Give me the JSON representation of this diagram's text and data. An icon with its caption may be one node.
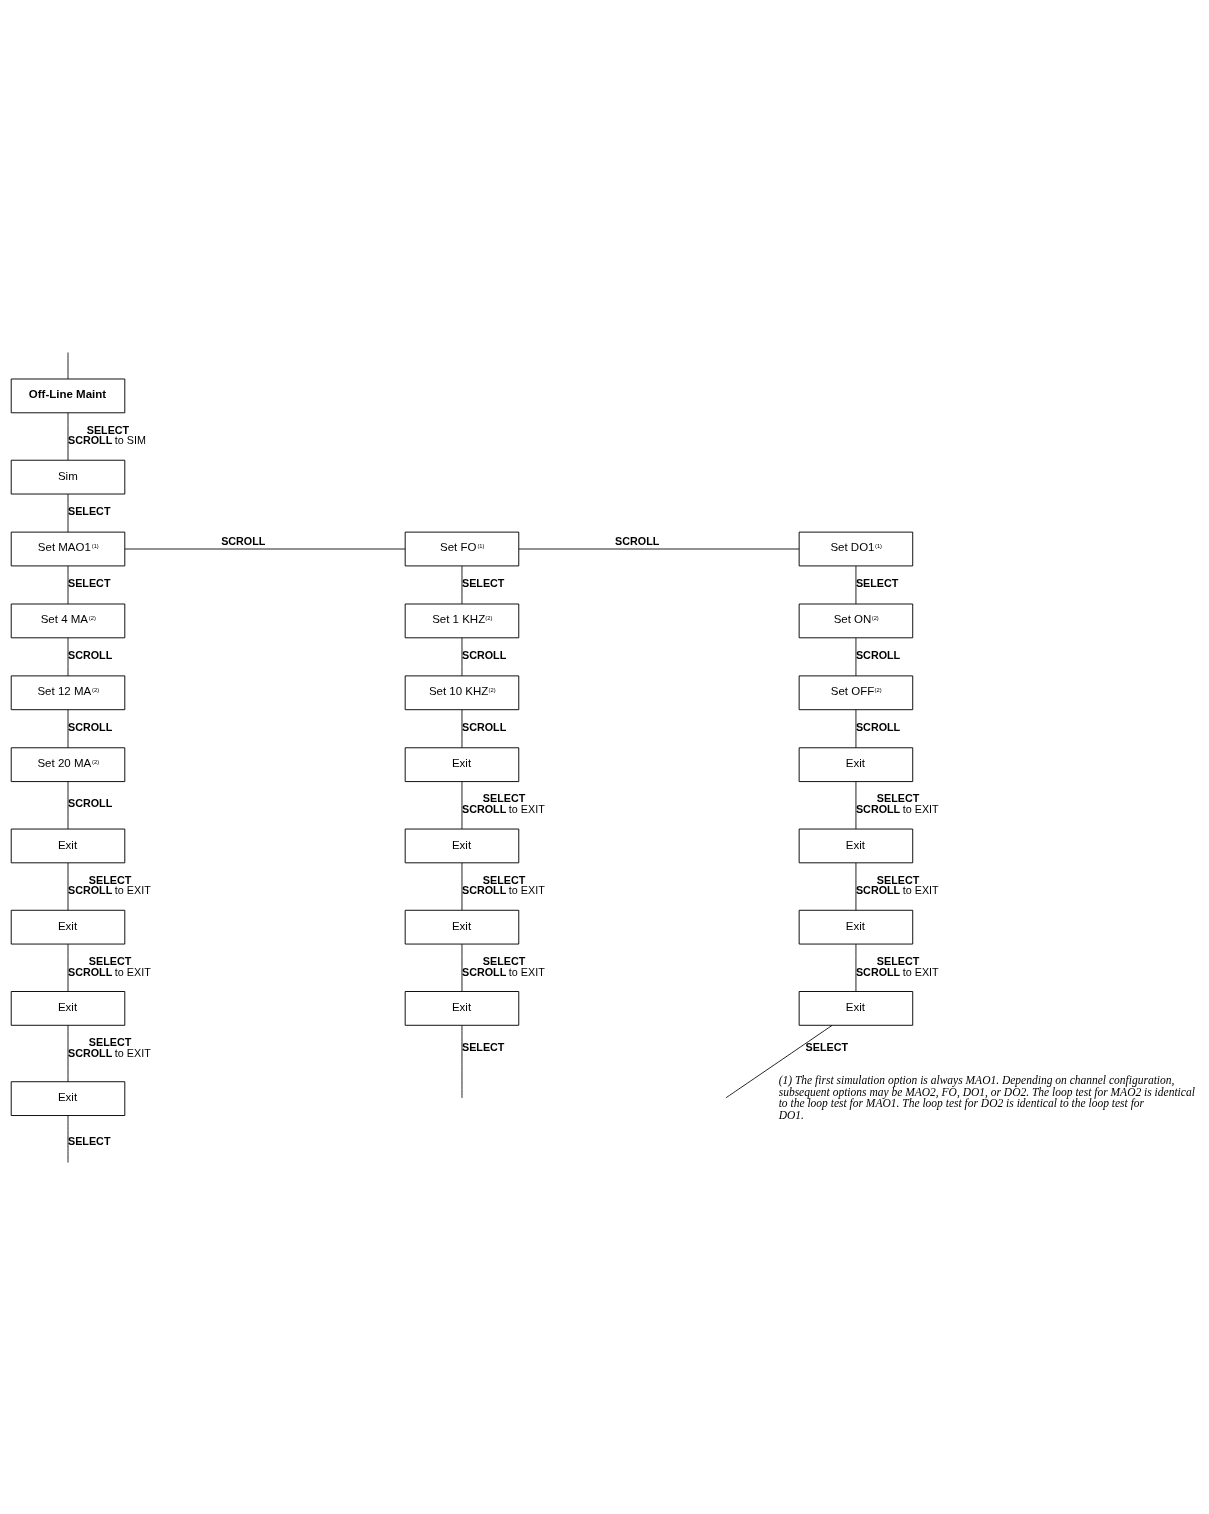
{
  "diagram": {
    "nodes": [
      {
        "text": [
          "Off-Line Maint"
        ]
      },
      {
        "text": [
          "Sim"
        ]
      },
      {
        "text": [
          "Set MAO1$^{(1)}$"
        ]
      },
      {
        "text": [
          "Set 4 MA$^{(2)}$"
        ]
      },
      {
        "text": [
          "Set 12 MA$^{(2)}$"
        ]
      },
      {
        "text": [
          "Set 20 MA$^{(2)}$"
        ]
      },
      {
        "text": [
          "Exit"
        ]
      },
      {
        "text": [
          "Exit"
        ]
      },
      {
        "text": [
          "Exit"
        ]
      },
      {
        "text": [
          "Exit"
        ]
      },
      {
        "text": [
          "Set FO$^{(1)}$"
        ]
      },
      {
        "text": [
          "Set 1 KHZ$^{(2)}$"
        ]
      },
      {
        "text": [
          "Set 10 KHZ$^{(2)}$"
        ]
      },
      {
        "text": [
          "Exit"
        ]
      },
      {
        "text": [
          "Exit"
        ]
      },
      {
        "text": [
          "Exit"
        ]
      },
      {
        "text": [
          "Exit"
        ]
      },
      {
        "text": [
          "Set DO1$^{(1)}$"
        ]
      },
      {
        "text": [
          "Set ON$^{(2)}$"
        ]
      },
      {
        "text": [
          "Set OFF$^{(2)}$"
        ]
      },
      {
        "text": [
          "Exit"
        ]
      },
      {
        "text": [
          "Exit"
        ]
      },
      {
        "text": [
          "Exit"
        ]
      },
      {
        "text": [
          "Exit"
        ]
      }
    ],
    "edges": [
      {
        "from": null,
        "to": 0,
        "arrow": "none"
      },
      {
        "from": 0,
        "to": 1,
        "arrow": "none",
        "label": "**SELECT** **SCROLL** to SIM"
      },
      {
        "from": 1,
        "to": 2,
        "arrow": "none",
        "label": "**SELECT**"
      },
      {
        "from": 2,
        "to": 10,
        "arrow": "none",
        "label": "**SCROLL**"
      },
      {
        "from": 2,
        "to": 3,
        "arrow": "none",
        "label": "**SELECT**"
      },
      {
        "from": 3,
        "to": 4,
        "arrow": "none",
        "label": "**SCROLL**"
      },
      {
        "from": 4,
        "to": 5,
        "arrow": "none",
        "label": "**SCROLL**"
      },
      {
        "from": 5,
        "to": 6,
        "arrow": "none",
        "label": "**SCROLL**"
      },
      {
        "from": 6,
        "to": 7,
        "arrow": "none",
        "label": "**SELECT** **SCROLL** to EXIT"
      },
      {
        "from": 7,
        "to": 8,
        "arrow": "none",
        "label": "**SELECT** **SCROLL** to EXIT"
      },
      {
        "from": 8,
        "to": 9,
        "arrow": "none",
        "label": "**SELECT** **SCROLL** to EXIT"
      },
      {
        "from": 9,
        "to": null,
        "arrow": "none",
        "label": "**SELECT**"
      },
      {
        "from": 10,
        "to": 17,
        "arrow": "none",
        "label": "**SCROLL**"
      },
      {
        "from": 10,
        "to": 11,
        "arrow": "none",
        "label": "**SELECT**"
      },
      {
        "from": 11,
        "to": 12,
        "arrow": "none",
        "label": "**SCROLL**"
      },
      {
        "from": 12,
        "to": 13,
        "arrow": "none",
        "label": "**SCROLL**"
      },
      {
        "from": 13,
        "to": 14,
        "arrow": "none",
        "label": "**SELECT** **SCROLL** to EXIT"
      },
      {
        "from": 14,
        "to": 15,
        "arrow": "none",
        "label": "**SELECT** **SCROLL** to EXIT"
      },
      {
        "from": 15,
        "to": 16,
        "arrow": "none",
        "label": "**SELECT** **SCROLL** to EXIT"
      },
      {
        "from": 16,
        "to": null,
        "arrow": "none",
        "label": "**SELECT**"
      },
      {
        "from": 17,
        "to": 18,
        "arrow": "none",
        "label": "**SELECT**"
      },
      {
        "from": 18,
        "to": 19,
        "arrow": "none",
        "label": "**SCROLL**"
      },
      {
        "from": 19,
        "to": 20,
        "arrow": "none",
        "label": "**SCROLL**"
      },
      {
        "from": 20,
        "to": 21,
        "arrow": "none",
        "label": "**SELECT** **SCROLL** to EXIT"
      },
      {
        "from": 21,
        "to": 22,
        "arrow": "none",
        "label": "**SELECT** **SCROLL** to EXIT"
      },
      {
        "from": 22,
        "to": 23,
        "arrow": "none",
        "label": "**SELECT** **SCROLL** to EXIT"
      },
      {
        "from": 23,
        "to": null,
        "arrow": "none",
        "label": "**SELECT**"
      }
    ],
    "labels": [
      "(1) The first simulation option is always MAO1. Depending on channel configuration, subsequent options may be MAO2, FO, DO1, or DO2. The loop test for MAO2 is identical to the loop test for MAO1. The loop test for DO2 is identical to the loop test for DO1."
    ]
  }
}
